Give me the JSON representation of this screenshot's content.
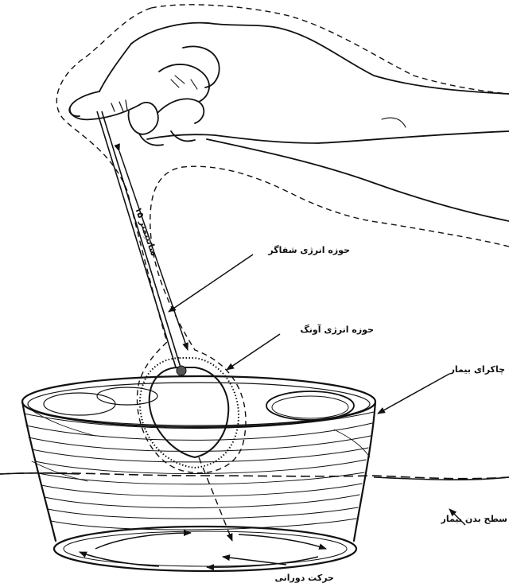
{
  "diagram": {
    "labels": {
      "healer_field": "حوزه انرژی شفاگر",
      "pendulum_field": "حوزه انرژی آونگ",
      "patient_chakra": "چاکرای بیمار",
      "body_surface": "سطح بدن بیمار",
      "rotation": "حرکت دورانی",
      "chain_length": "۱۵ سانتیمتر"
    },
    "colors": {
      "ink": "#111111",
      "paper": "#ffffff"
    }
  }
}
